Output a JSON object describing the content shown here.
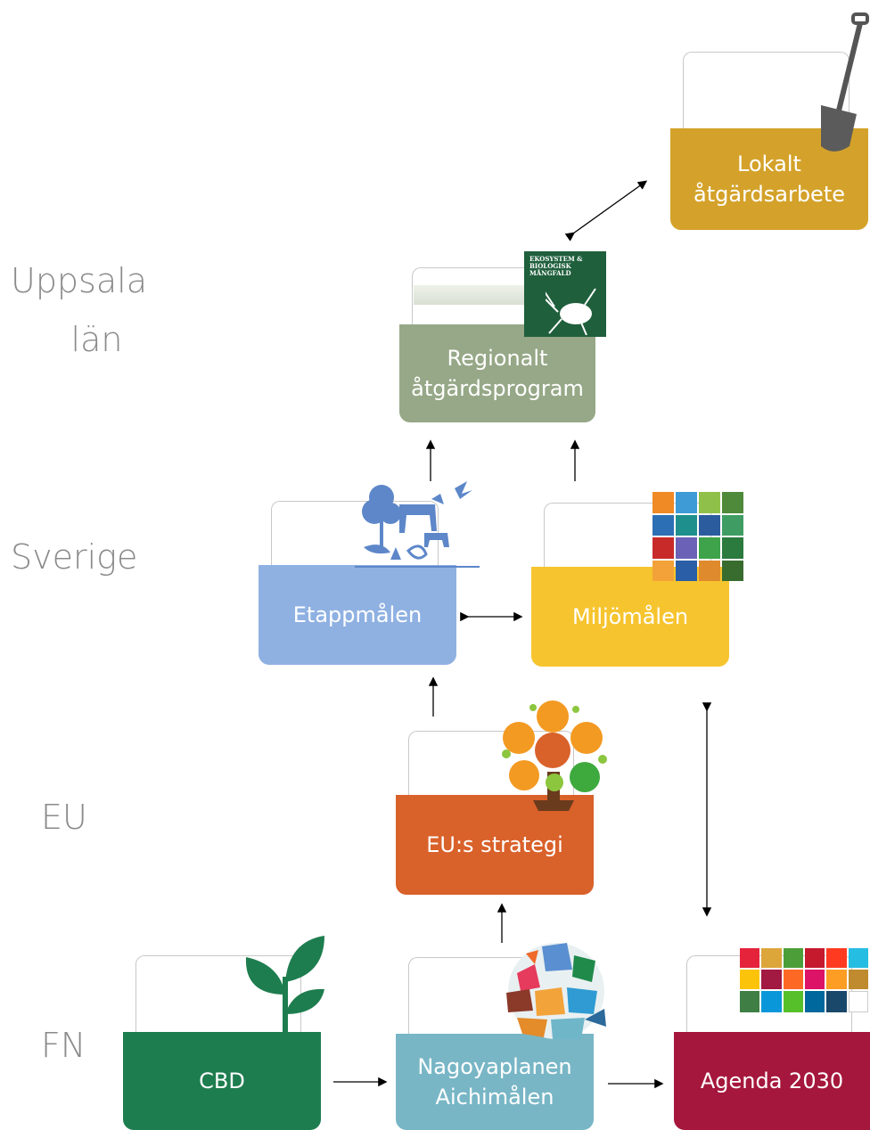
{
  "levels": {
    "uppsala": [
      "Uppsala",
      "län"
    ],
    "sverige": "Sverige",
    "eu": "EU",
    "fn": "FN"
  },
  "boxes": {
    "lokalt": {
      "lines": [
        "Lokalt",
        "åtgärdsarbete"
      ],
      "color": "#d4a22a"
    },
    "regionalt": {
      "lines": [
        "Regionalt",
        "åtgärdsprogram"
      ],
      "color": "#96a887"
    },
    "etappmalen": {
      "label": "Etappmålen",
      "color": "#8fb1e2"
    },
    "miljomalen": {
      "label": "Miljömålen",
      "color": "#f6c42e"
    },
    "eu_strategi": {
      "label": "EU:s strategi",
      "color": "#d9612a"
    },
    "cbd": {
      "label": "CBD",
      "color": "#1e7d4f"
    },
    "nagoya": {
      "lines": [
        "Nagoyaplanen",
        "Aichimålen"
      ],
      "color": "#78b6c6"
    },
    "agenda": {
      "label": "Agenda 2030",
      "color": "#a5173c"
    }
  },
  "regional_book": {
    "lines": [
      "EKOSYSTEM &",
      "BIOLOGISK",
      "MÅNGFALD"
    ],
    "color": "#1f5f3c"
  },
  "icons": {
    "shovel": "shovel-icon",
    "regional_book": "book-cover-icon",
    "etapp": "nature-silhouette-icon",
    "miljo": "environmental-goals-grid-icon",
    "eu": "eu-strategy-tree-icon",
    "cbd": "sprout-leaf-icon",
    "nagoya": "animal-collage-icon",
    "agenda": "sdg-grid-icon"
  }
}
